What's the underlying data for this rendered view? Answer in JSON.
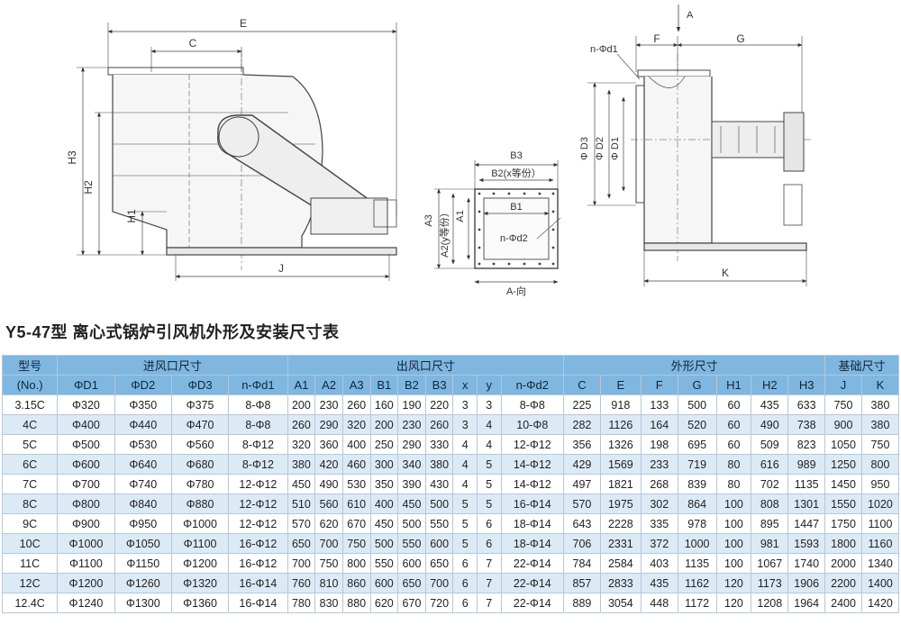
{
  "drawing": {
    "front": {
      "labels": {
        "E": "E",
        "C": "C",
        "H3": "H3",
        "H2": "H2",
        "H1": "H1",
        "J": "J"
      }
    },
    "outlet": {
      "labels": {
        "B3": "B3",
        "B2": "B2(x等份）",
        "B1": "B1",
        "A3": "A3",
        "A2": "A2(y等份）",
        "A1": "A1",
        "nd2": "n-Φd2",
        "view": "A-向"
      }
    },
    "side": {
      "labels": {
        "A": "A",
        "F": "F",
        "G": "G",
        "nd1": "n-Φd1",
        "D3": "Φ D3",
        "D2": "Φ D2",
        "D1": "Φ D1",
        "K": "K"
      }
    }
  },
  "table_title": "Y5-47型 离心式锅炉引风机外形及安装尺寸表",
  "header": {
    "model": "型号",
    "model_en": "(No.)",
    "groups": [
      "进风口尺寸",
      "出风口尺寸",
      "外形尺寸",
      "基础尺寸"
    ],
    "columns": [
      "ΦD1",
      "ΦD2",
      "ΦD3",
      "n-Φd1",
      "A1",
      "A2",
      "A3",
      "B1",
      "B2",
      "B3",
      "x",
      "y",
      "n-Φd2",
      "C",
      "E",
      "F",
      "G",
      "H1",
      "H2",
      "H3",
      "J",
      "K"
    ]
  },
  "rows": [
    [
      "3.15C",
      "Φ320",
      "Φ350",
      "Φ375",
      "8-Φ8",
      "200",
      "230",
      "260",
      "160",
      "190",
      "220",
      "3",
      "3",
      "8-Φ8",
      "225",
      "918",
      "133",
      "500",
      "60",
      "435",
      "633",
      "750",
      "380"
    ],
    [
      "4C",
      "Φ400",
      "Φ440",
      "Φ470",
      "8-Φ8",
      "260",
      "290",
      "320",
      "200",
      "230",
      "260",
      "3",
      "4",
      "10-Φ8",
      "282",
      "1126",
      "164",
      "520",
      "60",
      "490",
      "738",
      "900",
      "380"
    ],
    [
      "5C",
      "Φ500",
      "Φ530",
      "Φ560",
      "8-Φ12",
      "320",
      "360",
      "400",
      "250",
      "290",
      "330",
      "4",
      "4",
      "12-Φ12",
      "356",
      "1326",
      "198",
      "695",
      "60",
      "509",
      "823",
      "1050",
      "750"
    ],
    [
      "6C",
      "Φ600",
      "Φ640",
      "Φ680",
      "8-Φ12",
      "380",
      "420",
      "460",
      "300",
      "340",
      "380",
      "4",
      "5",
      "14-Φ12",
      "429",
      "1569",
      "233",
      "719",
      "80",
      "616",
      "989",
      "1250",
      "800"
    ],
    [
      "7C",
      "Φ700",
      "Φ740",
      "Φ780",
      "12-Φ12",
      "450",
      "490",
      "530",
      "350",
      "390",
      "430",
      "4",
      "5",
      "14-Φ12",
      "497",
      "1821",
      "268",
      "839",
      "80",
      "702",
      "1135",
      "1450",
      "950"
    ],
    [
      "8C",
      "Φ800",
      "Φ840",
      "Φ880",
      "12-Φ12",
      "510",
      "560",
      "610",
      "400",
      "450",
      "500",
      "5",
      "5",
      "16-Φ14",
      "570",
      "1975",
      "302",
      "864",
      "100",
      "808",
      "1301",
      "1550",
      "1020"
    ],
    [
      "9C",
      "Φ900",
      "Φ950",
      "Φ1000",
      "12-Φ12",
      "570",
      "620",
      "670",
      "450",
      "500",
      "550",
      "5",
      "6",
      "18-Φ14",
      "643",
      "2228",
      "335",
      "978",
      "100",
      "895",
      "1447",
      "1750",
      "1100"
    ],
    [
      "10C",
      "Φ1000",
      "Φ1050",
      "Φ1100",
      "16-Φ12",
      "650",
      "700",
      "750",
      "500",
      "550",
      "600",
      "5",
      "6",
      "18-Φ14",
      "706",
      "2331",
      "372",
      "1000",
      "100",
      "981",
      "1593",
      "1800",
      "1160"
    ],
    [
      "11C",
      "Φ1100",
      "Φ1150",
      "Φ1200",
      "16-Φ12",
      "700",
      "750",
      "800",
      "550",
      "600",
      "650",
      "6",
      "7",
      "22-Φ14",
      "784",
      "2584",
      "403",
      "1135",
      "100",
      "1067",
      "1740",
      "2000",
      "1340"
    ],
    [
      "12C",
      "Φ1200",
      "Φ1260",
      "Φ1320",
      "16-Φ14",
      "760",
      "810",
      "860",
      "600",
      "650",
      "700",
      "6",
      "7",
      "22-Φ14",
      "857",
      "2833",
      "435",
      "1162",
      "120",
      "1173",
      "1906",
      "2200",
      "1400"
    ],
    [
      "12.4C",
      "Φ1240",
      "Φ1300",
      "Φ1360",
      "16-Φ14",
      "780",
      "830",
      "880",
      "620",
      "670",
      "720",
      "6",
      "7",
      "22-Φ14",
      "889",
      "3054",
      "448",
      "1172",
      "120",
      "1208",
      "1964",
      "2400",
      "1420"
    ]
  ]
}
